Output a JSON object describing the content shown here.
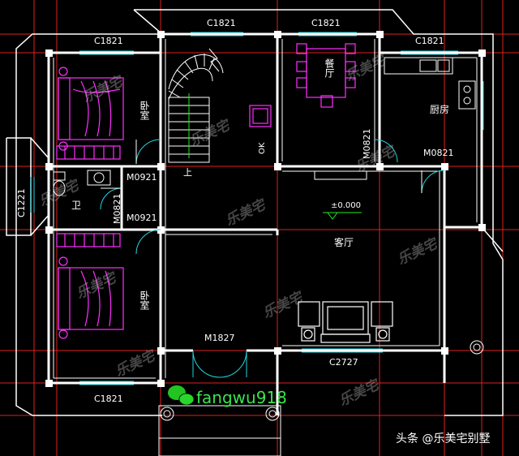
{
  "labels": {
    "window_top_stair": "C1821",
    "window_top_dining": "C1821",
    "window_top_left": "C1821",
    "window_top_right": "C1821",
    "window_left": "C1221",
    "window_bottom_left": "C1821",
    "window_living": "C2727",
    "door_m0921_upper": "M0921",
    "door_m0921_lower": "M0921",
    "door_m0821_bath": "M0821",
    "door_m0821_dining": "M0821",
    "door_m0821_kitchen": "M0821",
    "door_main": "M1827",
    "level": "±0.000",
    "stair_up": "上",
    "stair_ok": "OK"
  },
  "rooms": {
    "bedroom_upper": "卧室",
    "bedroom_lower": "卧室",
    "bathroom": "卫",
    "dining": "餐厅",
    "kitchen": "厨房",
    "living": "客厅"
  },
  "watermark": "乐美宅",
  "wechat_id": "fangwu918",
  "credit": "头条 @乐美宅别墅",
  "colors": {
    "axis_red": "#e02020",
    "wall": "#ffffff",
    "furniture": "#ff30ff",
    "window_cyan": "#22d6e0",
    "green": "#22e822"
  }
}
